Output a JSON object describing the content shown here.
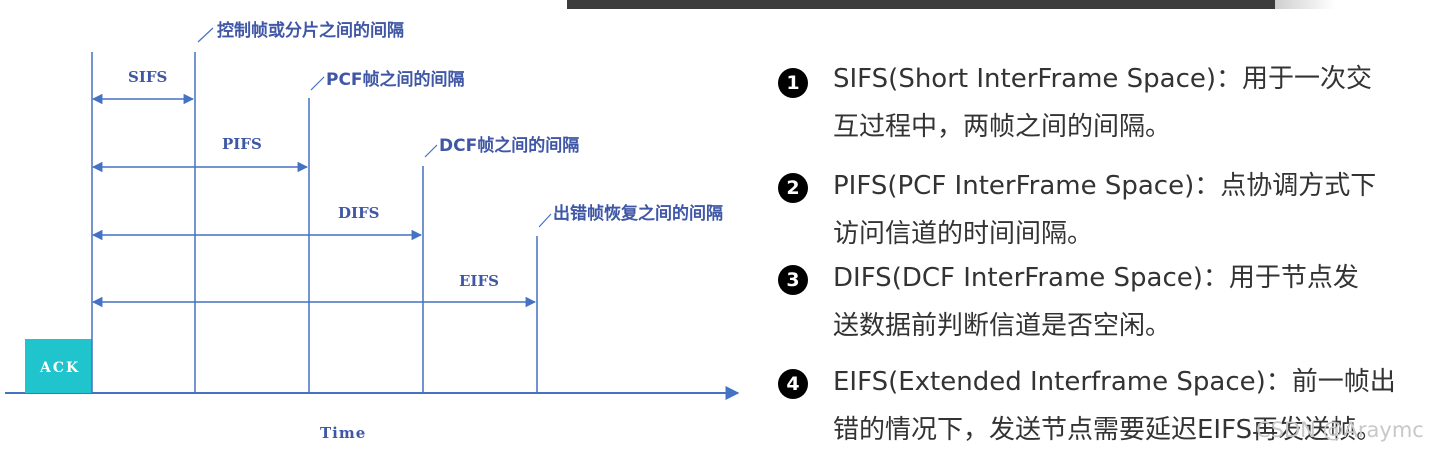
{
  "diagram": {
    "ack_label": "ACK",
    "time_label": "Time",
    "intervals": [
      {
        "name": "SIFS",
        "annotation": "控制帧或分片之间的间隔"
      },
      {
        "name": "PIFS",
        "annotation": "PCF帧之间的间隔"
      },
      {
        "name": "DIFS",
        "annotation": "DCF帧之间的间隔"
      },
      {
        "name": "EIFS",
        "annotation": "出错帧恢复之间的间隔"
      }
    ],
    "colors": {
      "line": "#4472c4",
      "label": "#3f57a6",
      "ack_box": "#1fc4cc"
    }
  },
  "legend": [
    {
      "number": "1",
      "line1": "SIFS(Short InterFrame Space)：用于一次交",
      "line2": "互过程中，两帧之间的间隔。"
    },
    {
      "number": "2",
      "line1": "PIFS(PCF InterFrame Space)：点协调方式下",
      "line2": "访问信道的时间间隔。"
    },
    {
      "number": "3",
      "line1": "DIFS(DCF InterFrame Space)：用于节点发",
      "line2": "送数据前判断信道是否空闲。"
    },
    {
      "number": "4",
      "line1": "EIFS(Extended Interframe Space)：前一帧出",
      "line2": "错的情况下，发送节点需要延迟EIFS再发送帧。"
    }
  ],
  "watermark": "CSDN @Araymc"
}
